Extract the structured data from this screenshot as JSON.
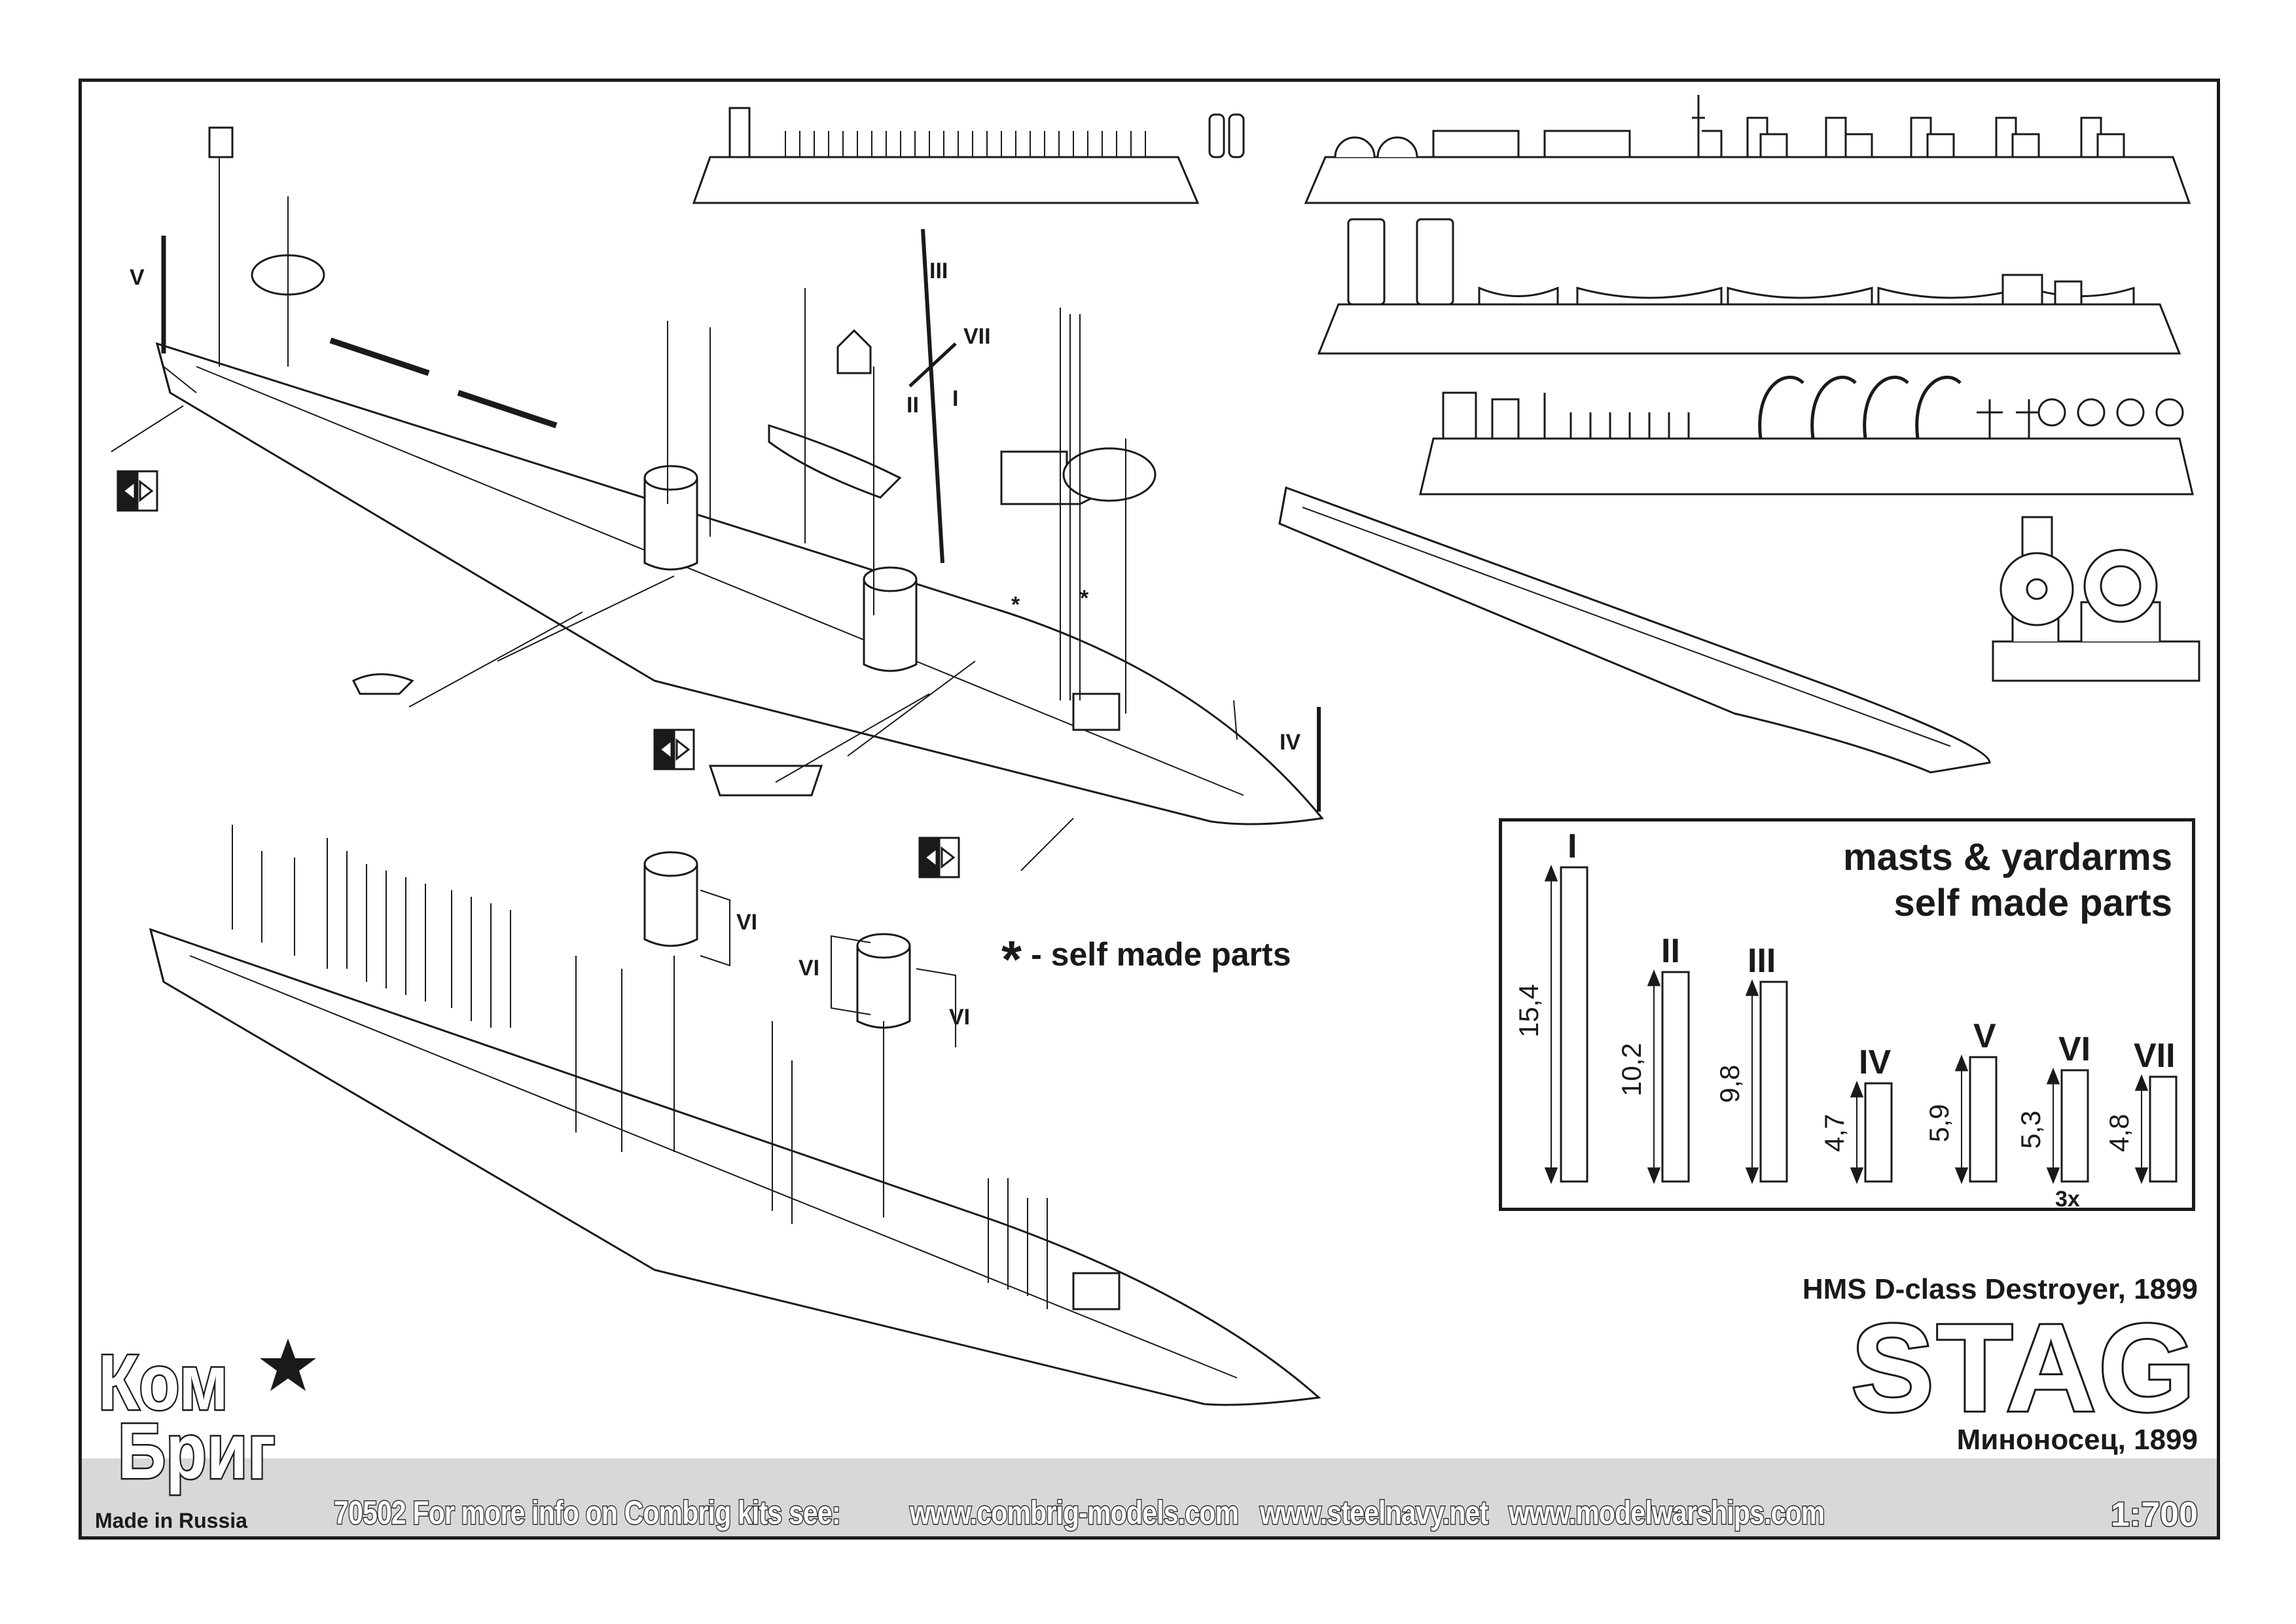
{
  "kit": {
    "subtitle": "HMS D-class Destroyer, 1899",
    "name": "STAG",
    "russian_name": "Миноносец, 1899",
    "scale": "1:700",
    "footer": "70502 For more info on Combrig kits see:",
    "links": [
      "www.combrig-models.com",
      "www.steelnavy.net",
      "www.modelwarships.com"
    ]
  },
  "logo": {
    "line1": "Ком",
    "line2": "Бриг",
    "made_in": "Made in Russia"
  },
  "note": {
    "star": "*",
    "text": "- self made parts"
  },
  "legend": {
    "title_line1": "masts & yardarms",
    "title_line2": "self made parts",
    "parts": [
      {
        "id": "I",
        "length": "15,4"
      },
      {
        "id": "II",
        "length": "10,2"
      },
      {
        "id": "III",
        "length": "9,8"
      },
      {
        "id": "IV",
        "length": "4,7"
      },
      {
        "id": "V",
        "length": "5,9"
      },
      {
        "id": "VI",
        "length": "5,3",
        "qty": "3x"
      },
      {
        "id": "VII",
        "length": "4,8"
      }
    ]
  },
  "callouts": {
    "I": "I",
    "II": "II",
    "III": "III",
    "IV": "IV",
    "V": "V",
    "VI": "VI",
    "VII": "VII",
    "star": "*"
  },
  "colors": {
    "line": "#1a1a1a",
    "hull_fill": "#ffffff",
    "footer_band": "#d7d8da"
  }
}
